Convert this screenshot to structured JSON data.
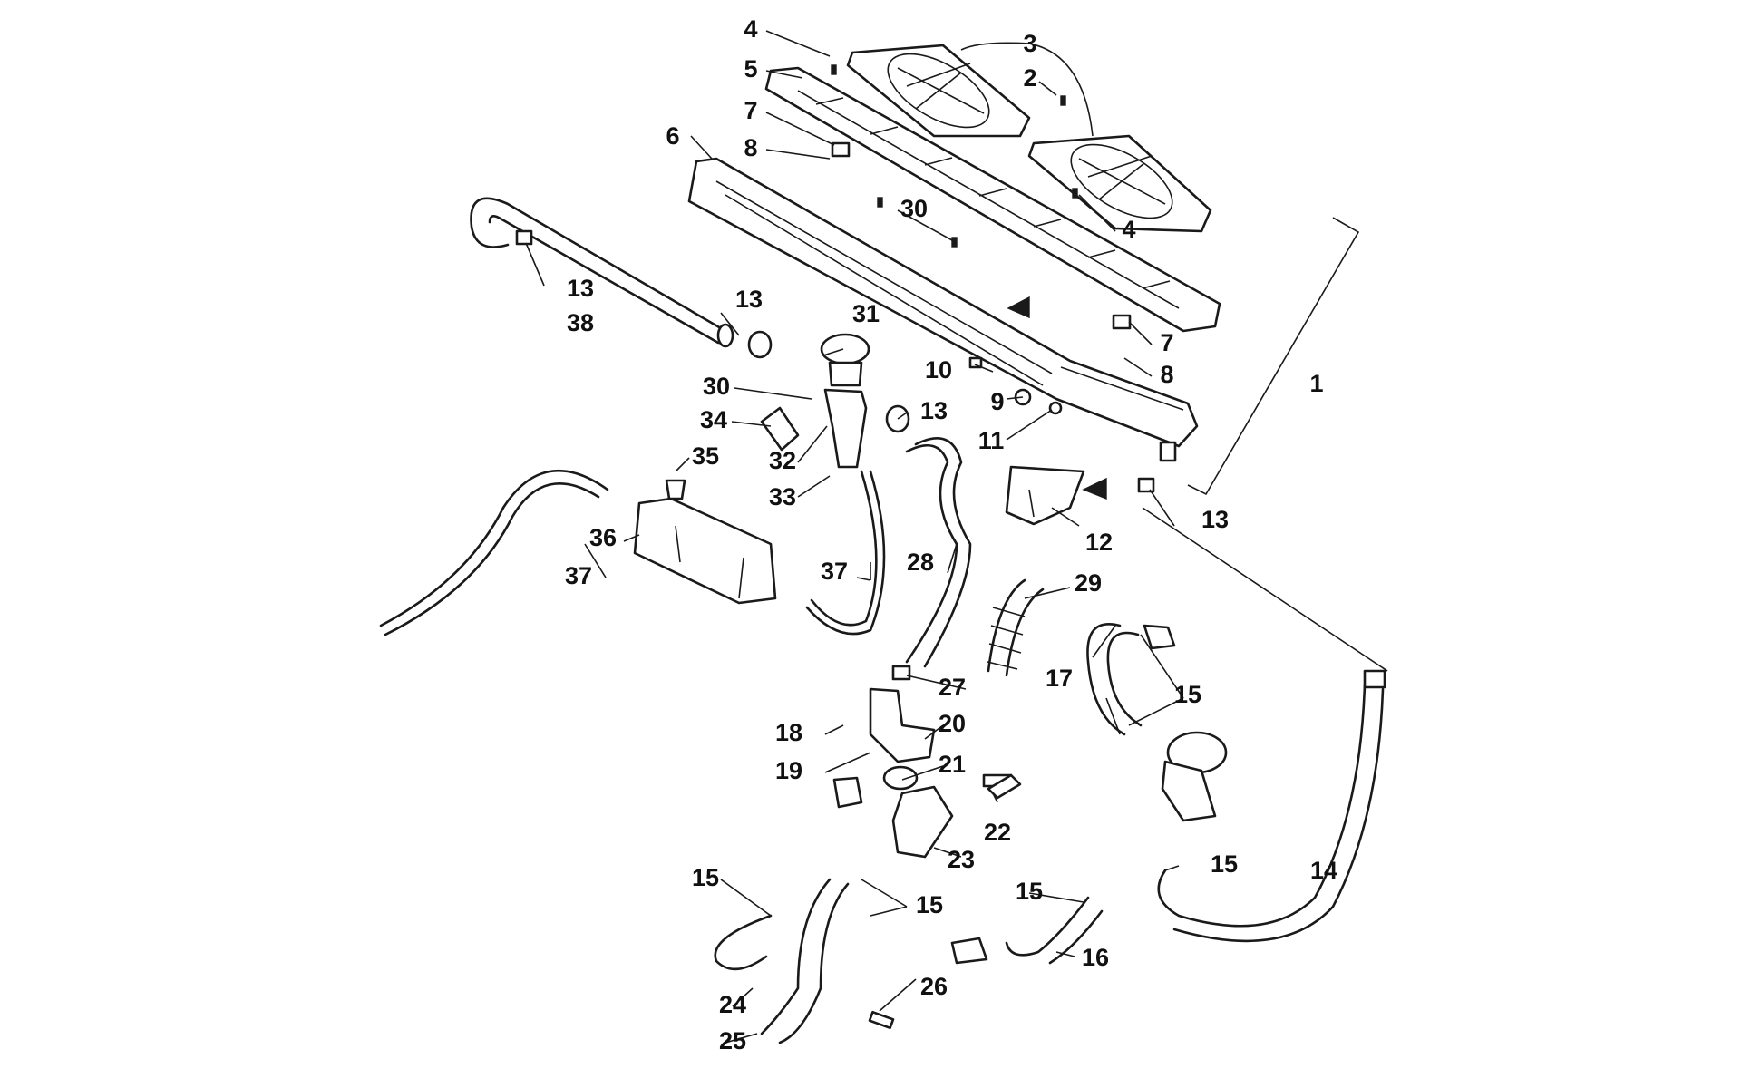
{
  "callouts": [
    {
      "id": "c1",
      "text": "1"
    },
    {
      "id": "c2",
      "text": "2"
    },
    {
      "id": "c3",
      "text": "3"
    },
    {
      "id": "c4a",
      "text": "4"
    },
    {
      "id": "c4b",
      "text": "4"
    },
    {
      "id": "c5",
      "text": "5"
    },
    {
      "id": "c6",
      "text": "6"
    },
    {
      "id": "c7a",
      "text": "7"
    },
    {
      "id": "c7b",
      "text": "7"
    },
    {
      "id": "c8a",
      "text": "8"
    },
    {
      "id": "c8b",
      "text": "8"
    },
    {
      "id": "c9",
      "text": "9"
    },
    {
      "id": "c10",
      "text": "10"
    },
    {
      "id": "c11",
      "text": "11"
    },
    {
      "id": "c12",
      "text": "12"
    },
    {
      "id": "c13a",
      "text": "13"
    },
    {
      "id": "c13b",
      "text": "13"
    },
    {
      "id": "c13c",
      "text": "13"
    },
    {
      "id": "c13d",
      "text": "13"
    },
    {
      "id": "c14",
      "text": "14"
    },
    {
      "id": "c15a",
      "text": "15"
    },
    {
      "id": "c15b",
      "text": "15"
    },
    {
      "id": "c15c",
      "text": "15"
    },
    {
      "id": "c15d",
      "text": "15"
    },
    {
      "id": "c15e",
      "text": "15"
    },
    {
      "id": "c16",
      "text": "16"
    },
    {
      "id": "c17",
      "text": "17"
    },
    {
      "id": "c18",
      "text": "18"
    },
    {
      "id": "c19",
      "text": "19"
    },
    {
      "id": "c20",
      "text": "20"
    },
    {
      "id": "c21",
      "text": "21"
    },
    {
      "id": "c22",
      "text": "22"
    },
    {
      "id": "c23",
      "text": "23"
    },
    {
      "id": "c24",
      "text": "24"
    },
    {
      "id": "c25",
      "text": "25"
    },
    {
      "id": "c26",
      "text": "26"
    },
    {
      "id": "c27",
      "text": "27"
    },
    {
      "id": "c28",
      "text": "28"
    },
    {
      "id": "c29",
      "text": "29"
    },
    {
      "id": "c30a",
      "text": "30"
    },
    {
      "id": "c30b",
      "text": "30"
    },
    {
      "id": "c31",
      "text": "31"
    },
    {
      "id": "c32",
      "text": "32"
    },
    {
      "id": "c33",
      "text": "33"
    },
    {
      "id": "c34",
      "text": "34"
    },
    {
      "id": "c35",
      "text": "35"
    },
    {
      "id": "c36",
      "text": "36"
    },
    {
      "id": "c37a",
      "text": "37"
    },
    {
      "id": "c37b",
      "text": "37"
    },
    {
      "id": "c38",
      "text": "38"
    }
  ]
}
